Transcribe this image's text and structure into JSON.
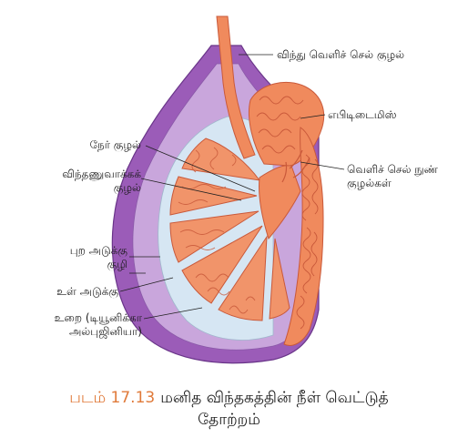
{
  "labels": {
    "vas_deferens": "விந்து வெளிச் செல் குழல்",
    "epididymis": "எபிடிடைமிஸ்",
    "tubulus_rectus": "நேர் குழல்",
    "seminiferous_tubule_1": "விந்தணுவாக்கக்",
    "seminiferous_tubule_2": "குழல்",
    "efferent_ductules_1": "வெளிச் செல் நுண்",
    "efferent_ductules_2": "குழல்கள்",
    "outer_cavity_1": "புற அடுக்கு",
    "outer_cavity_2": "குழி",
    "inner_layer": "உள் அடுக்கு",
    "tunica_1": "உறை (டியூனிக்கா",
    "tunica_2": "அல்புஜினியா)"
  },
  "caption": {
    "tag": "படம் 17.13",
    "line1": "மனித விந்தகத்தின் நீள் வெட்டுத்",
    "line2": "தோற்றம்"
  },
  "colors": {
    "outer_sac": "#9b5cb8",
    "inner_sac": "#c9a6dc",
    "lumen": "#d6e6f3",
    "tubule": "#f1946a",
    "tubule_dark": "#c9593a",
    "duct": "#f08a5d"
  }
}
